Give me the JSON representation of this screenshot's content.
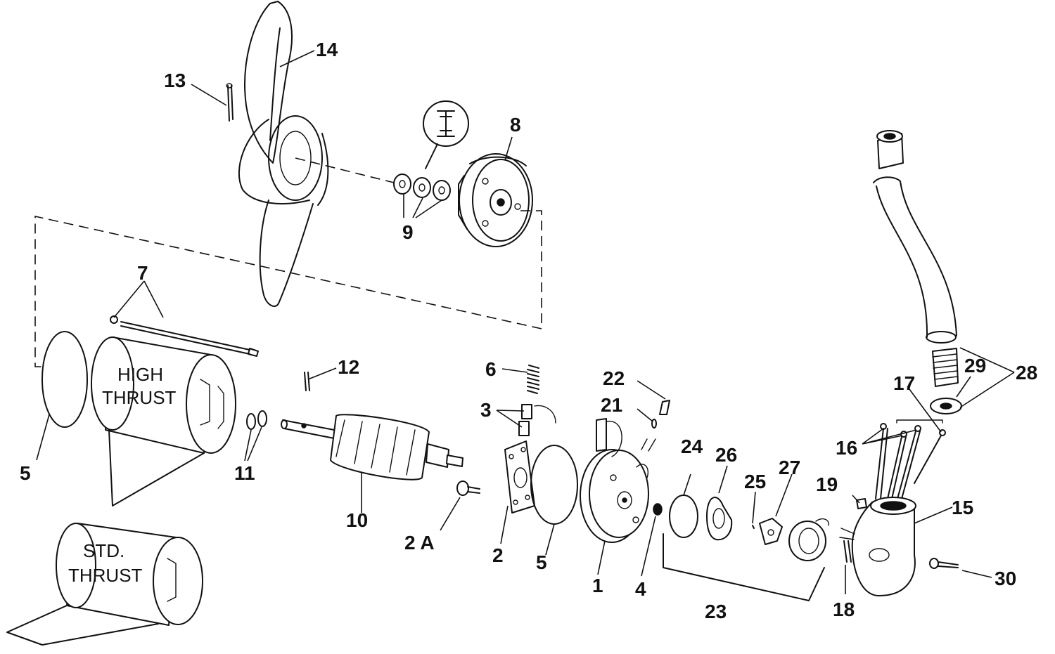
{
  "labels": {
    "l1": "1",
    "l2": "2",
    "l2a": "2 A",
    "l3": "3",
    "l4": "4",
    "l5a": "5",
    "l5b": "5",
    "l6": "6",
    "l7": "7",
    "l8": "8",
    "l9": "9",
    "l10": "10",
    "l11": "11",
    "l12": "12",
    "l13": "13",
    "l14": "14",
    "l15": "15",
    "l16": "16",
    "l17": "17",
    "l18": "18",
    "l19": "19",
    "l21": "21",
    "l22": "22",
    "l23": "23",
    "l24": "24",
    "l25": "25",
    "l26": "26",
    "l27": "27",
    "l28": "28",
    "l29": "29",
    "l30": "30"
  },
  "motor_text": {
    "high_1": "HIGH",
    "high_2": "THRUST",
    "std_1": "STD.",
    "std_2": "THRUST"
  }
}
